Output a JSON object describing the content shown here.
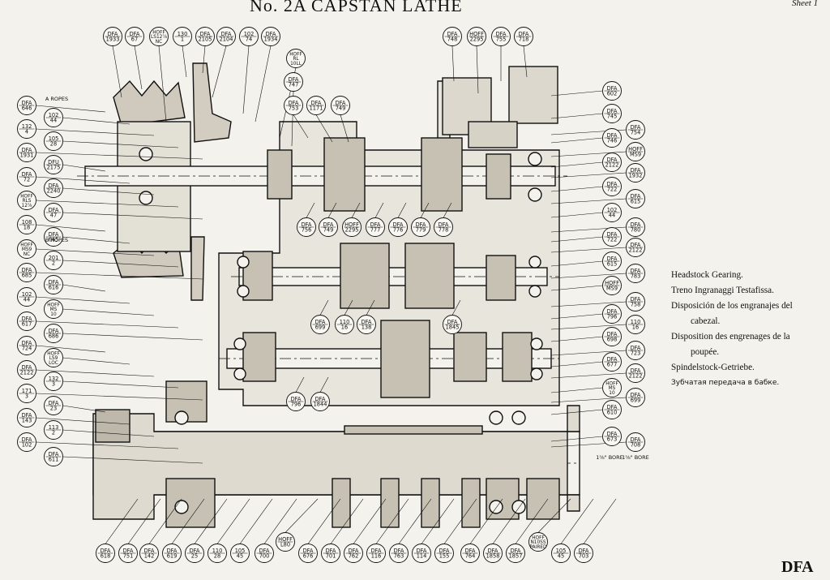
{
  "title": "No. 2A CAPSTAN LATHE",
  "sheet": "Sheet 1",
  "brand": "DFA",
  "legend": [
    "Headstock Gearing.",
    "Treno Ingranaggi Testafissa.",
    "Disposición de los engranajes del",
    "cabezal.",
    "Disposition des engrenages de la",
    "poupée.",
    "Spindelstock-Getriebe.",
    "Зубчатая передача в бабке."
  ],
  "text_labels": [
    "A ROPES",
    "B ROPES",
    "1⅝\" BORE",
    "1⅝\" BORE"
  ],
  "callouts_top": [
    [
      "DFA",
      "1933"
    ],
    [
      "DFA",
      "67"
    ],
    [
      "HOFF",
      "LS12⅞",
      "NC"
    ],
    [
      "130",
      "1"
    ],
    [
      "DFA",
      "2105"
    ],
    [
      "DFA",
      "2104"
    ],
    [
      "102",
      "74"
    ],
    [
      "DFA",
      "1934"
    ],
    [
      "HOFF",
      "RL",
      "10LL"
    ],
    [
      "DFA",
      "747"
    ],
    [
      "DFA",
      "753"
    ],
    [
      "DFA",
      "1171"
    ],
    [
      "DFA",
      "749"
    ],
    [
      "DFA",
      "748"
    ],
    [
      "HOFF",
      "2295"
    ],
    [
      "DFA",
      "755"
    ],
    [
      "DFA",
      "718"
    ]
  ],
  "callouts_left": [
    [
      "DFA",
      "646"
    ],
    [
      "102",
      "44"
    ],
    [
      "132",
      "4"
    ],
    [
      "105",
      "28"
    ],
    [
      "DFA",
      "1931"
    ],
    [
      "DFU",
      "2175"
    ],
    [
      "DFA",
      "72"
    ],
    [
      "DFA",
      "2240"
    ],
    [
      "HOFF",
      "RLS",
      "12⅞"
    ],
    [
      "DFA",
      "47"
    ],
    [
      "108",
      "18"
    ],
    [
      "DFA",
      "645"
    ],
    [
      "HOFF",
      "MS9",
      "NC"
    ],
    [
      "201",
      "2"
    ],
    [
      "DFA",
      "685"
    ],
    [
      "DFA",
      "616"
    ],
    [
      "102",
      "44"
    ],
    [
      "HOFF",
      "MS",
      "10"
    ],
    [
      "DFA",
      "617"
    ],
    [
      "DFA",
      "686"
    ],
    [
      "DFA",
      "724"
    ],
    [
      "HOFF",
      "LS9",
      "LOC"
    ],
    [
      "DFA",
      "2122"
    ],
    [
      "132",
      "3"
    ],
    [
      "171",
      "3"
    ],
    [
      "DFA",
      "23"
    ],
    [
      "DFA",
      "143"
    ],
    [
      "113",
      "2"
    ],
    [
      "DFA",
      "102"
    ],
    [
      "DFA",
      "611"
    ]
  ],
  "callouts_mid": [
    [
      "DFA",
      "756"
    ],
    [
      "DFA",
      "749"
    ],
    [
      "HOFF",
      "2295"
    ],
    [
      "DFA",
      "777"
    ],
    [
      "DFA",
      "776"
    ],
    [
      "DFA",
      "779"
    ],
    [
      "DFA",
      "778"
    ],
    [
      "DFA",
      "699"
    ],
    [
      "110",
      "16"
    ],
    [
      "DFA",
      "138"
    ],
    [
      "DFA",
      "1845"
    ],
    [
      "DFA",
      "796"
    ],
    [
      "DFA",
      "1844"
    ]
  ],
  "callouts_right": [
    [
      "DFA",
      "602"
    ],
    [
      "DFA",
      "745"
    ],
    [
      "DFA",
      "754"
    ],
    [
      "DFA",
      "746"
    ],
    [
      "HOFF",
      "MS9"
    ],
    [
      "DFA",
      "2122"
    ],
    [
      "DFA",
      "1932"
    ],
    [
      "DFA",
      "722"
    ],
    [
      "DFA",
      "615"
    ],
    [
      "102",
      "44"
    ],
    [
      "DFA",
      "780"
    ],
    [
      "DFA",
      "722"
    ],
    [
      "DFA",
      "2122"
    ],
    [
      "DFA",
      "615"
    ],
    [
      "DFA",
      "783"
    ],
    [
      "HOFF",
      "MS9"
    ],
    [
      "DFA",
      "758"
    ],
    [
      "DFA",
      "796"
    ],
    [
      "110",
      "16"
    ],
    [
      "DFA",
      "698"
    ],
    [
      "DFA",
      "723"
    ],
    [
      "DFA",
      "677"
    ],
    [
      "DFA",
      "2122"
    ],
    [
      "HOFF",
      "MS",
      "10"
    ],
    [
      "DFA",
      "699"
    ],
    [
      "DFA",
      "610"
    ],
    [
      "DFA",
      "673"
    ],
    [
      "DFA",
      "708"
    ]
  ],
  "callouts_bottom": [
    [
      "DFA",
      "618"
    ],
    [
      "DFA",
      "751"
    ],
    [
      "DFA",
      "142"
    ],
    [
      "DFA",
      "619"
    ],
    [
      "DFA",
      "25"
    ],
    [
      "110",
      "28"
    ],
    [
      "105",
      "45"
    ],
    [
      "DFA",
      "700"
    ],
    [
      "HOFF",
      "L80"
    ],
    [
      "DFA",
      "676"
    ],
    [
      "DFA",
      "701"
    ],
    [
      "DFA",
      "762"
    ],
    [
      "DFA",
      "116"
    ],
    [
      "DFA",
      "763"
    ],
    [
      "DFA",
      "114"
    ],
    [
      "DFA",
      "155"
    ],
    [
      "DFA",
      "764"
    ],
    [
      "DFA",
      "1858"
    ],
    [
      "DFA",
      "1857"
    ],
    [
      "HOFF",
      "N10SS",
      "PAIRED"
    ],
    [
      "105",
      "45"
    ],
    [
      "DFA",
      "703"
    ]
  ]
}
